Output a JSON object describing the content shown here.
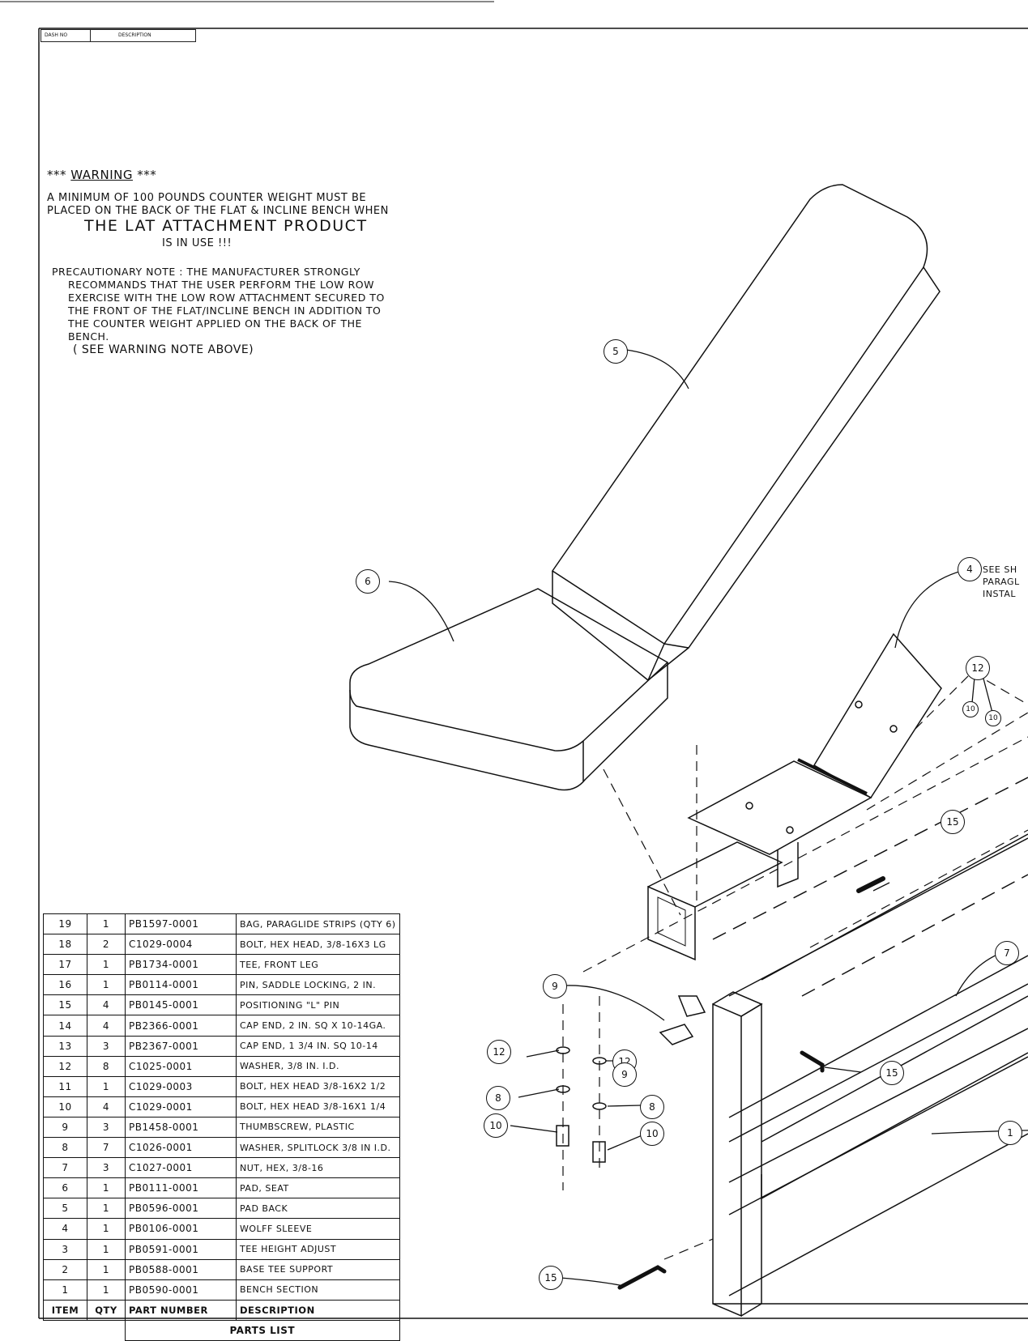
{
  "revision_block": {
    "dash_no": "DASH NO",
    "description": "DESCRIPTION"
  },
  "warning": {
    "title_left": "*** ",
    "title_word": "WARNING",
    "title_right": " ***",
    "lines": [
      "A MINIMUM OF 100 POUNDS COUNTER WEIGHT MUST BE",
      "PLACED ON THE BACK OF THE FLAT & INCLINE BENCH WHEN"
    ],
    "product": "THE LAT ATTACHMENT PRODUCT",
    "in_use": "IS IN USE !!!"
  },
  "precaution": {
    "lines": [
      "PRECAUTIONARY NOTE : THE MANUFACTURER STRONGLY",
      "RECOMMANDS THAT THE USER PERFORM THE LOW ROW",
      "EXERCISE WITH THE LOW ROW ATTACHMENT SECURED TO",
      "THE FRONT OF THE FLAT/INCLINE BENCH IN ADDITION TO",
      "THE COUNTER WEIGHT APPLIED ON THE BACK OF THE",
      "BENCH.",
      "( SEE WARNING NOTE ABOVE)"
    ]
  },
  "side_note": {
    "lines": [
      "SEE SH",
      "PARAGL",
      "INSTAL"
    ]
  },
  "balloons": {
    "b1": "1",
    "b4": "4",
    "b5": "5",
    "b6": "6",
    "b7": "7",
    "b8a": "8",
    "b8b": "8",
    "b9a": "9",
    "b9b": "9",
    "b10a": "10",
    "b10b": "10",
    "b10c": "10",
    "b10d": "10",
    "b12a": "12",
    "b12b": "12",
    "b12c": "12",
    "b15a": "15",
    "b15b": "15",
    "b15c": "15"
  },
  "parts_list": {
    "caption": "PARTS LIST",
    "headers": [
      "ITEM",
      "QTY",
      "PART NUMBER",
      "DESCRIPTION"
    ],
    "rows": [
      [
        "19",
        "1",
        "PB1597-0001",
        "BAG, PARAGLIDE STRIPS (QTY 6)"
      ],
      [
        "18",
        "2",
        "C1029-0004",
        "BOLT, HEX HEAD, 3/8-16x3 LG"
      ],
      [
        "17",
        "1",
        "PB1734-0001",
        "TEE, FRONT LEG"
      ],
      [
        "16",
        "1",
        "PB0114-0001",
        "PIN, SADDLE LOCKING, 2 IN."
      ],
      [
        "15",
        "4",
        "PB0145-0001",
        "POSITIONING \"L\" PIN"
      ],
      [
        "14",
        "4",
        "PB2366-0001",
        "CAP END, 2 IN. SQ x 10-14GA."
      ],
      [
        "13",
        "3",
        "PB2367-0001",
        "CAP END, 1 3/4 IN. SQ 10-14"
      ],
      [
        "12",
        "8",
        "C1025-0001",
        "WASHER, 3/8 IN. I.D."
      ],
      [
        "11",
        "1",
        "C1029-0003",
        "BOLT, HEX HEAD 3/8-16x2 1/2"
      ],
      [
        "10",
        "4",
        "C1029-0001",
        "BOLT, HEX HEAD 3/8-16x1 1/4"
      ],
      [
        "9",
        "3",
        "PB1458-0001",
        "THUMBSCREW, PLASTIC"
      ],
      [
        "8",
        "7",
        "C1026-0001",
        "WASHER, SPLITLOCK 3/8 IN I.D."
      ],
      [
        "7",
        "3",
        "C1027-0001",
        "NUT, HEX, 3/8-16"
      ],
      [
        "6",
        "1",
        "PB0111-0001",
        "PAD, SEAT"
      ],
      [
        "5",
        "1",
        "PB0596-0001",
        "PAD BACK"
      ],
      [
        "4",
        "1",
        "PB0106-0001",
        "WOLFF SLEEVE"
      ],
      [
        "3",
        "1",
        "PB0591-0001",
        "TEE HEIGHT ADJUST"
      ],
      [
        "2",
        "1",
        "PB0588-0001",
        "BASE TEE SUPPORT"
      ],
      [
        "1",
        "1",
        "PB0590-0001",
        "BENCH SECTION"
      ]
    ]
  }
}
